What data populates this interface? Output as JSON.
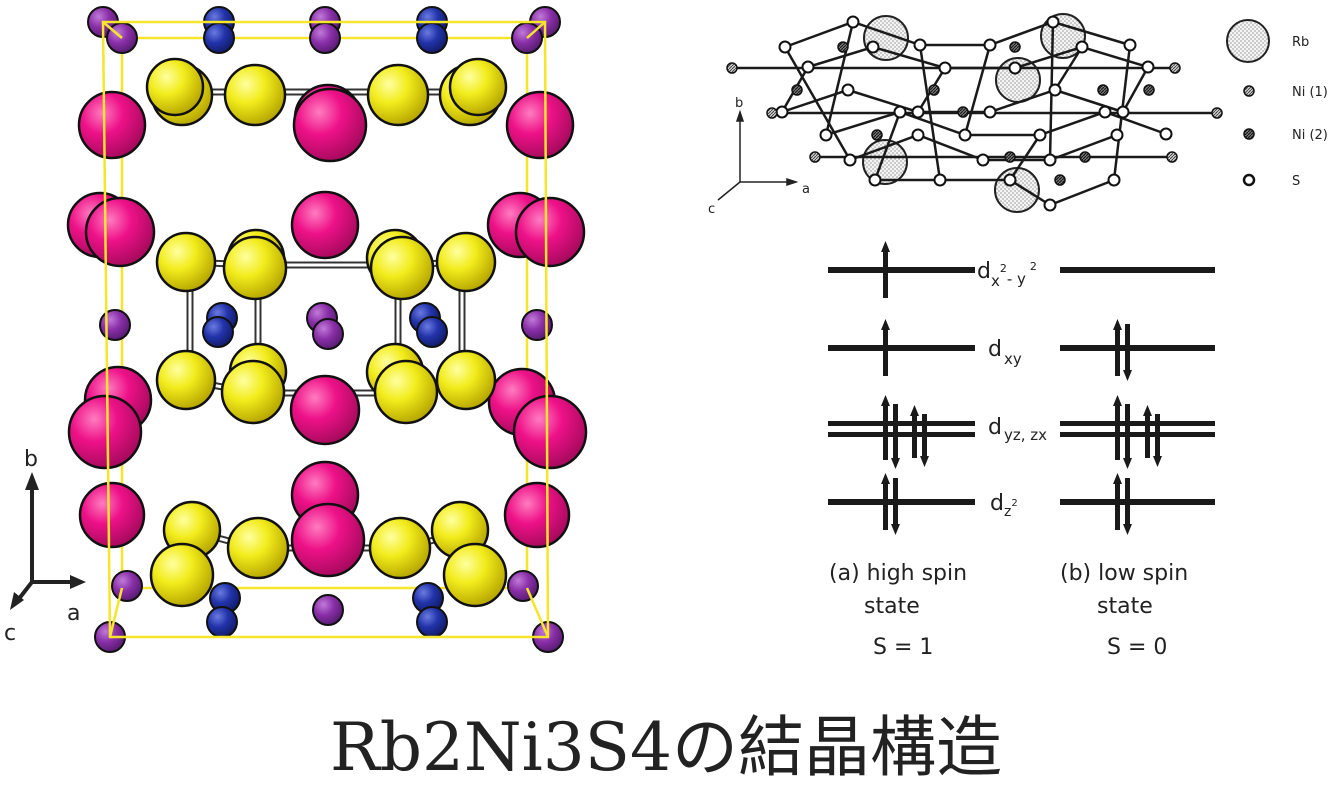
{
  "figure": {
    "title": "Rb2Ni3S4の結晶構造"
  },
  "crystal_view": {
    "axis_labels": {
      "b": "b",
      "a": "a",
      "c": "c"
    },
    "colors": {
      "cell_edge": "#ffee33",
      "rb_atom": "#ee1188",
      "s_atom": "#eeee22",
      "ni1_atom": "#9933aa",
      "ni2_atom": "#2233aa"
    }
  },
  "layer_view": {
    "axis_labels": {
      "b": "b",
      "a": "a",
      "c": "c"
    },
    "legend": [
      {
        "label": "Rb",
        "icon": "large-dotted-circle-icon"
      },
      {
        "label": "Ni (1)",
        "icon": "small-hatched-circle-icon"
      },
      {
        "label": "Ni (2)",
        "icon": "small-dark-hatched-circle-icon"
      },
      {
        "label": "S",
        "icon": "small-open-circle-icon"
      }
    ]
  },
  "energy_levels": {
    "levels": [
      {
        "main": "d",
        "sub": "x",
        "sup1": "2",
        "mid": "- y",
        "sup2": "2"
      },
      {
        "main": "d",
        "sub": "xy"
      },
      {
        "main": "d",
        "sub": "yz, zx"
      },
      {
        "main": "d",
        "sub": "z",
        "sup": "2"
      }
    ],
    "states": [
      {
        "caption_line1": "(a) high spin",
        "caption_line2": "state",
        "spin": "S = 1"
      },
      {
        "caption_line1": "(b) low spin",
        "caption_line2": "state",
        "spin": "S = 0"
      }
    ]
  }
}
